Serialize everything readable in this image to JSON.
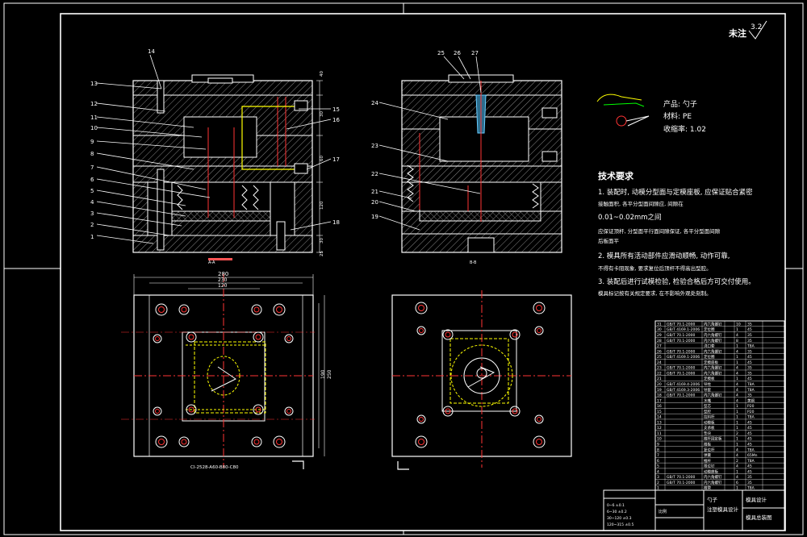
{
  "surface_note": "未注",
  "roughness": "3.2",
  "section_labels": [
    "A-A",
    "B-B"
  ],
  "part_numbers_left": [
    "13",
    "12",
    "11",
    "10",
    "9",
    "8",
    "7",
    "6",
    "5",
    "4",
    "3",
    "2",
    "1"
  ],
  "part_numbers_left_top": "14",
  "part_numbers_right_side": [
    "15",
    "16",
    "17",
    "18"
  ],
  "part_numbers_section2_top": [
    "25",
    "26",
    "27"
  ],
  "part_numbers_section2_left": [
    "24",
    "23",
    "22",
    "21",
    "20",
    "19"
  ],
  "product": {
    "name_line": "产品: 勺子",
    "material_line": "材料: PE",
    "shrink_line": "收缩率: 1.02"
  },
  "tech_requirements": {
    "title": "技术要求",
    "lines": [
      "1. 装配时, 动模分型面与定模座板, 应保证贴合紧密",
      "接触面积, 各平分型面间隙应, 间隙在",
      "0.01~0.02mm之间",
      "应保证顶杆, 分型面平行面间隙保证, 各平分型面间隙",
      "后板面平",
      "2. 模具所有活动部件应滑动顺畅, 动作可靠,",
      "不得有卡阻现象, 要求复位后顶杆不得高出型腔。",
      "3. 装配后进行试模检验, 检验合格后方可交付使用。",
      "模具标记按有关规定要求, 在不影响外观处刻制。"
    ]
  },
  "dimensions": {
    "top_overall": "280",
    "top_inner1": "230",
    "top_inner2": "120",
    "right_side": [
      "250",
      "190"
    ],
    "vertical_ticks": [
      "40",
      "30",
      "60",
      "120",
      "30",
      "25"
    ]
  },
  "bottom_label": "CI-2528-A60-B80-C80",
  "bom": {
    "rows": [
      [
        "31",
        "GB/T 70.1-2000",
        "内六角螺钉",
        "10",
        "35"
      ],
      [
        "30",
        "GB/T 4169.1-2006",
        "定位圈",
        "1",
        "45"
      ],
      [
        "29",
        "GB/T 70.1-2000",
        "内六角螺钉",
        "4",
        "35"
      ],
      [
        "28",
        "GB/T 70.1-2000",
        "内六角螺钉",
        "8",
        "35"
      ],
      [
        "27",
        "",
        "浇口套",
        "1",
        "T8A"
      ],
      [
        "26",
        "GB/T 70.1-2000",
        "内六角螺钉",
        "4",
        "35"
      ],
      [
        "25",
        "GB/T 4169.1-2006",
        "定位圈",
        "1",
        "45"
      ],
      [
        "24",
        "",
        "定模座板",
        "1",
        "45"
      ],
      [
        "23",
        "GB/T 70.1-2000",
        "内六角螺钉",
        "4",
        "35"
      ],
      [
        "22",
        "GB/T 70.1-2000",
        "内六角螺钉",
        "4",
        "35"
      ],
      [
        "21",
        "",
        "定模板",
        "1",
        "45"
      ],
      [
        "20",
        "GB/T 4169.4-2006",
        "导柱",
        "4",
        "T8A"
      ],
      [
        "19",
        "GB/T 4169.3-2006",
        "导套",
        "4",
        "T8A"
      ],
      [
        "18",
        "GB/T 70.1-2000",
        "内六角螺钉",
        "4",
        "35"
      ],
      [
        "17",
        "",
        "水嘴",
        "4",
        "黄铜"
      ],
      [
        "16",
        "",
        "型芯",
        "1",
        "P20"
      ],
      [
        "15",
        "",
        "型腔",
        "1",
        "P20"
      ],
      [
        "14",
        "",
        "拉料杆",
        "1",
        "T8A"
      ],
      [
        "13",
        "",
        "动模板",
        "1",
        "45"
      ],
      [
        "12",
        "",
        "支承板",
        "1",
        "45"
      ],
      [
        "11",
        "",
        "垫块",
        "2",
        "45"
      ],
      [
        "10",
        "",
        "推杆固定板",
        "1",
        "45"
      ],
      [
        "9",
        "",
        "推板",
        "1",
        "45"
      ],
      [
        "8",
        "",
        "复位杆",
        "4",
        "T8A"
      ],
      [
        "7",
        "",
        "弹簧",
        "4",
        "65Mn"
      ],
      [
        "6",
        "",
        "推杆",
        "2",
        "T8A"
      ],
      [
        "5",
        "",
        "限位钉",
        "4",
        "45"
      ],
      [
        "4",
        "",
        "动模座板",
        "1",
        "45"
      ],
      [
        "3",
        "GB/T 70.1-2000",
        "内六角螺钉",
        "4",
        "35"
      ],
      [
        "2",
        "GB/T 70.1-2000",
        "内六角螺钉",
        "6",
        "35"
      ],
      [
        "1",
        "",
        "推管",
        "1",
        "T8A"
      ]
    ]
  },
  "title_block": {
    "school": "模具设计",
    "design_name": "勺子",
    "design_sub": "注塑模具设计",
    "drawing_no": "模具总装图",
    "scale": "比例"
  },
  "tolerance_block": [
    "0~6 ±0.1",
    "6~30 ±0.2",
    "30~120 ±0.3",
    "120~315 ±0.5"
  ]
}
